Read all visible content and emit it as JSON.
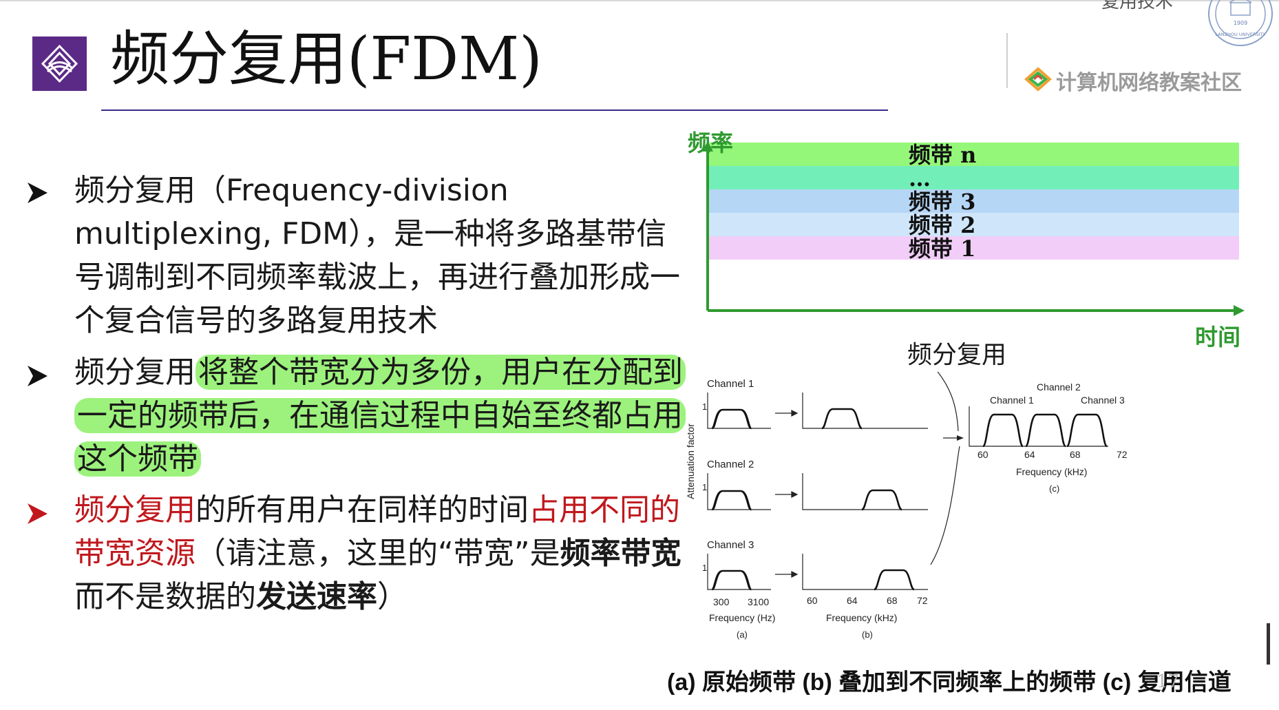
{
  "header": {
    "title": "频分复用(FDM)",
    "section_label": "复用技术",
    "brand_text": "计算机网络教案社区",
    "seal_year": "1909",
    "seal_text": "LANZHOU UNIVERSITY"
  },
  "bullets": [
    {
      "text": "频分复用（Frequency-division multiplexing, FDM），是一种将多路基带信号调制到不同频率载波上，再进行叠加形成一个复合信号的多路复用技术"
    },
    {
      "prefix": "频分复用",
      "highlight": "将整个带宽分为多份，用户在分配到一定的频带后，在通信过程中自始至终都占用这个频带"
    },
    {
      "red1": "频分复用",
      "mid1": "的所有用户在同样的时间",
      "red2": "占用不同的带宽资源",
      "mid2": "（请注意，这里的“带宽”是",
      "bold1": "频率带宽",
      "mid3": "而不是数据的",
      "bold2": "发送速率",
      "end": "）"
    }
  ],
  "fdm_diagram": {
    "y_axis_label": "频率",
    "x_axis_label": "时间",
    "caption": "频分复用",
    "bands": [
      {
        "label": "频带 n",
        "color": "#95f77a"
      },
      {
        "label": "…",
        "color": "#72efb8"
      },
      {
        "label": "频带 3",
        "color": "#b6d6f5"
      },
      {
        "label": "频带 2",
        "color": "#cfe6fa"
      },
      {
        "label": "频带 1",
        "color": "#f1cdf7"
      }
    ]
  },
  "channel_figure": {
    "y_axis_label": "Attenuation factor",
    "tick_one": "1",
    "panel_a": {
      "channels": [
        "Channel 1",
        "Channel 2",
        "Channel 3"
      ],
      "x_ticks": [
        "300",
        "3100"
      ],
      "x_label": "Frequency (Hz)",
      "letter": "(a)"
    },
    "panel_b": {
      "x_ticks": [
        "60",
        "64",
        "68",
        "72"
      ],
      "x_label": "Frequency (kHz)",
      "letter": "(b)"
    },
    "panel_c": {
      "channel_labels": [
        "Channel 1",
        "Channel 2",
        "Channel 3"
      ],
      "x_ticks": [
        "60",
        "64",
        "68",
        "72"
      ],
      "x_label": "Frequency (kHz)",
      "letter": "(c)"
    }
  },
  "figure_caption": "(a) 原始频带  (b) 叠加到不同频率上的频带  (c) 复用信道",
  "page_number": "17",
  "colors": {
    "accent_purple": "#5b2a86",
    "axis_green": "#2f9a2f",
    "highlight_green": "#9cf27c",
    "red": "#c0181d"
  }
}
